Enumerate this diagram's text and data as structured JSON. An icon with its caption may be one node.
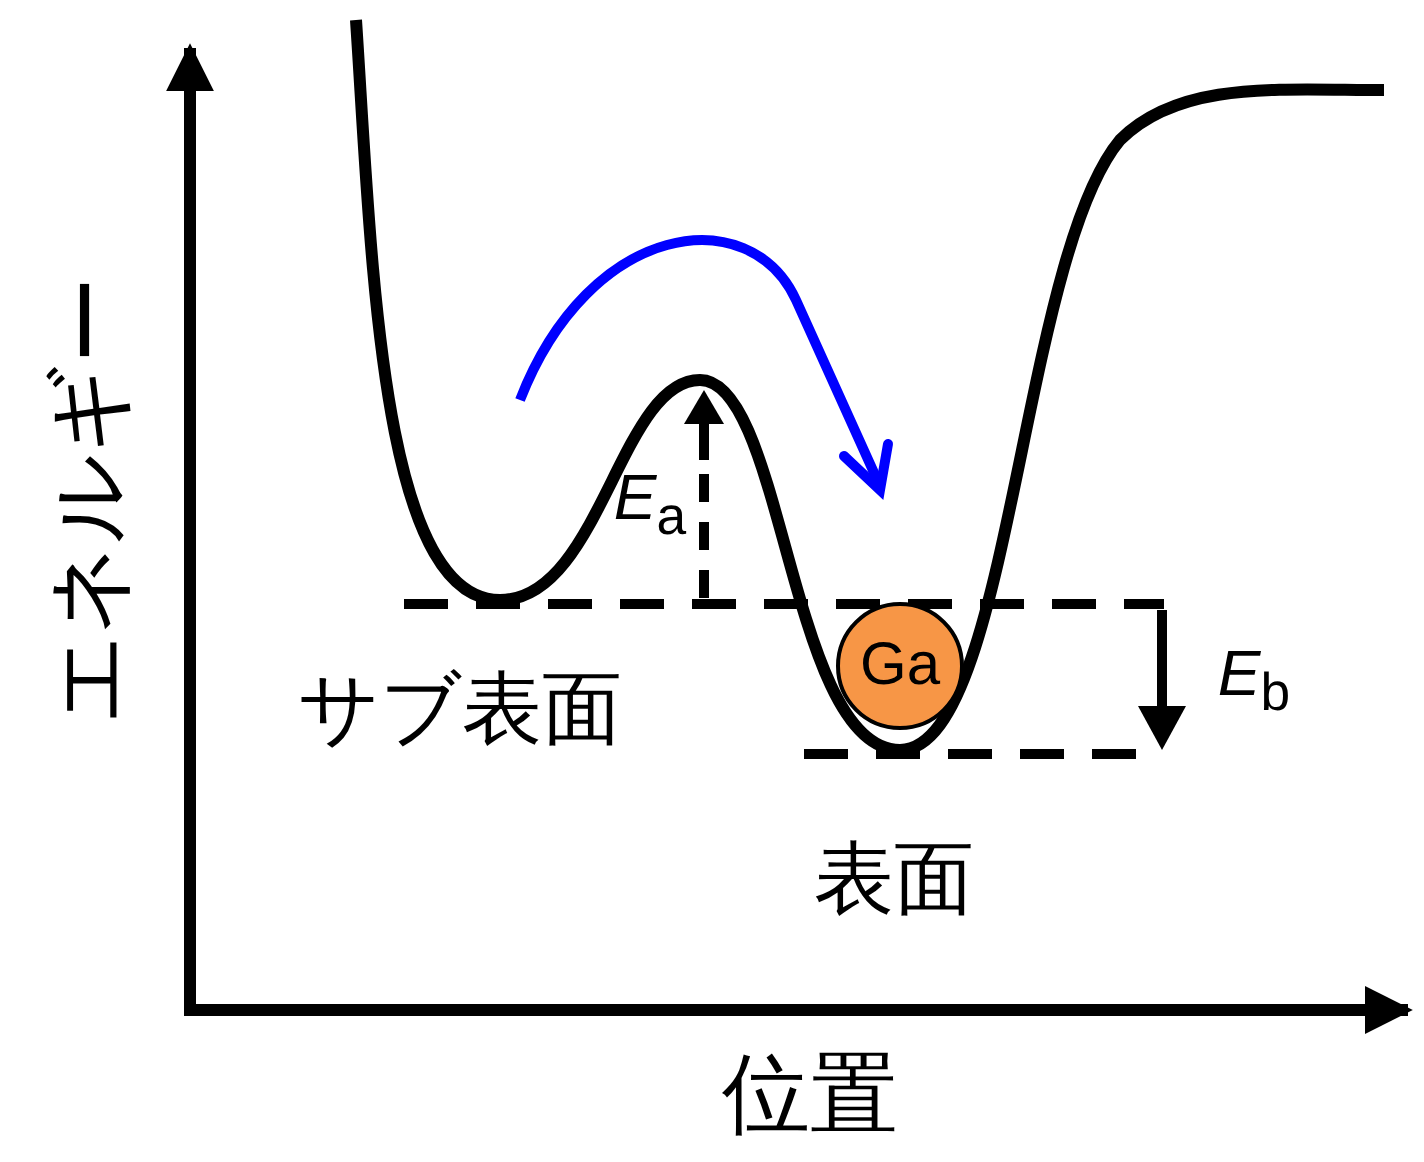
{
  "diagram": {
    "nodes": [
      {
        "text": [
          "Ga"
        ]
      }
    ],
    "labels": [
      "エネルギー",
      "位置",
      "サブ表面",
      "表面",
      "*E*$_{a}$",
      "*E*$_{b}$"
    ]
  }
}
